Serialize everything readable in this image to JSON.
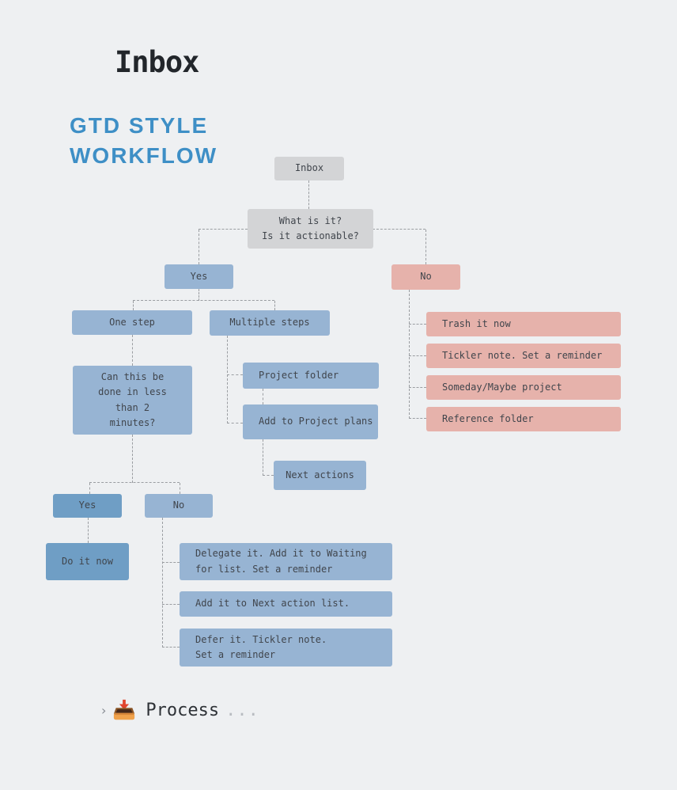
{
  "page": {
    "title": "Inbox",
    "heading": "GTD STYLE\nWORKFLOW"
  },
  "colors": {
    "background": "#eef0f2",
    "heading_blue": "#3e8fc6",
    "title_text": "#22262b",
    "node_gray": "#d3d4d6",
    "node_blue": "#97b4d3",
    "node_blue_dark": "#6f9ec5",
    "node_pink": "#e6b2ab",
    "node_text": "#40454c",
    "connector_dash": "#9a9da1"
  },
  "flowchart": {
    "nodes": {
      "inbox": {
        "label": "Inbox",
        "kind": "gray"
      },
      "question": {
        "label": "What is it?\nIs it actionable?",
        "kind": "gray"
      },
      "yes1": {
        "label": "Yes",
        "kind": "blue"
      },
      "no1": {
        "label": "No",
        "kind": "pink"
      },
      "one_step": {
        "label": "One step",
        "kind": "blue"
      },
      "multiple_steps": {
        "label": "Multiple steps",
        "kind": "blue"
      },
      "trash": {
        "label": "Trash it now",
        "kind": "pink"
      },
      "tickler": {
        "label": "Tickler note. Set a reminder",
        "kind": "pink"
      },
      "someday": {
        "label": "Someday/Maybe project",
        "kind": "pink"
      },
      "reference": {
        "label": "Reference folder",
        "kind": "pink"
      },
      "two_minutes": {
        "label": "Can this be\ndone in less\nthan 2\nminutes?",
        "kind": "blue"
      },
      "project_folder": {
        "label": "Project folder",
        "kind": "blue"
      },
      "add_plans": {
        "label": "Add to Project plans",
        "kind": "blue"
      },
      "next_actions": {
        "label": "Next actions",
        "kind": "blue"
      },
      "yes2": {
        "label": "Yes",
        "kind": "blue-dark"
      },
      "no2": {
        "label": "No",
        "kind": "blue"
      },
      "do_it_now": {
        "label": "Do it now",
        "kind": "blue-dark"
      },
      "delegate": {
        "label": "Delegate it. Add it to Waiting\nfor list. Set a reminder",
        "kind": "blue"
      },
      "next_list": {
        "label": "Add it to Next action list.",
        "kind": "blue"
      },
      "defer": {
        "label": "Defer it. Tickler note.\nSet a reminder",
        "kind": "blue"
      }
    }
  },
  "footer": {
    "chevron": "›",
    "icon": "inbox-tray-icon",
    "label": "Process",
    "dots": "..."
  }
}
